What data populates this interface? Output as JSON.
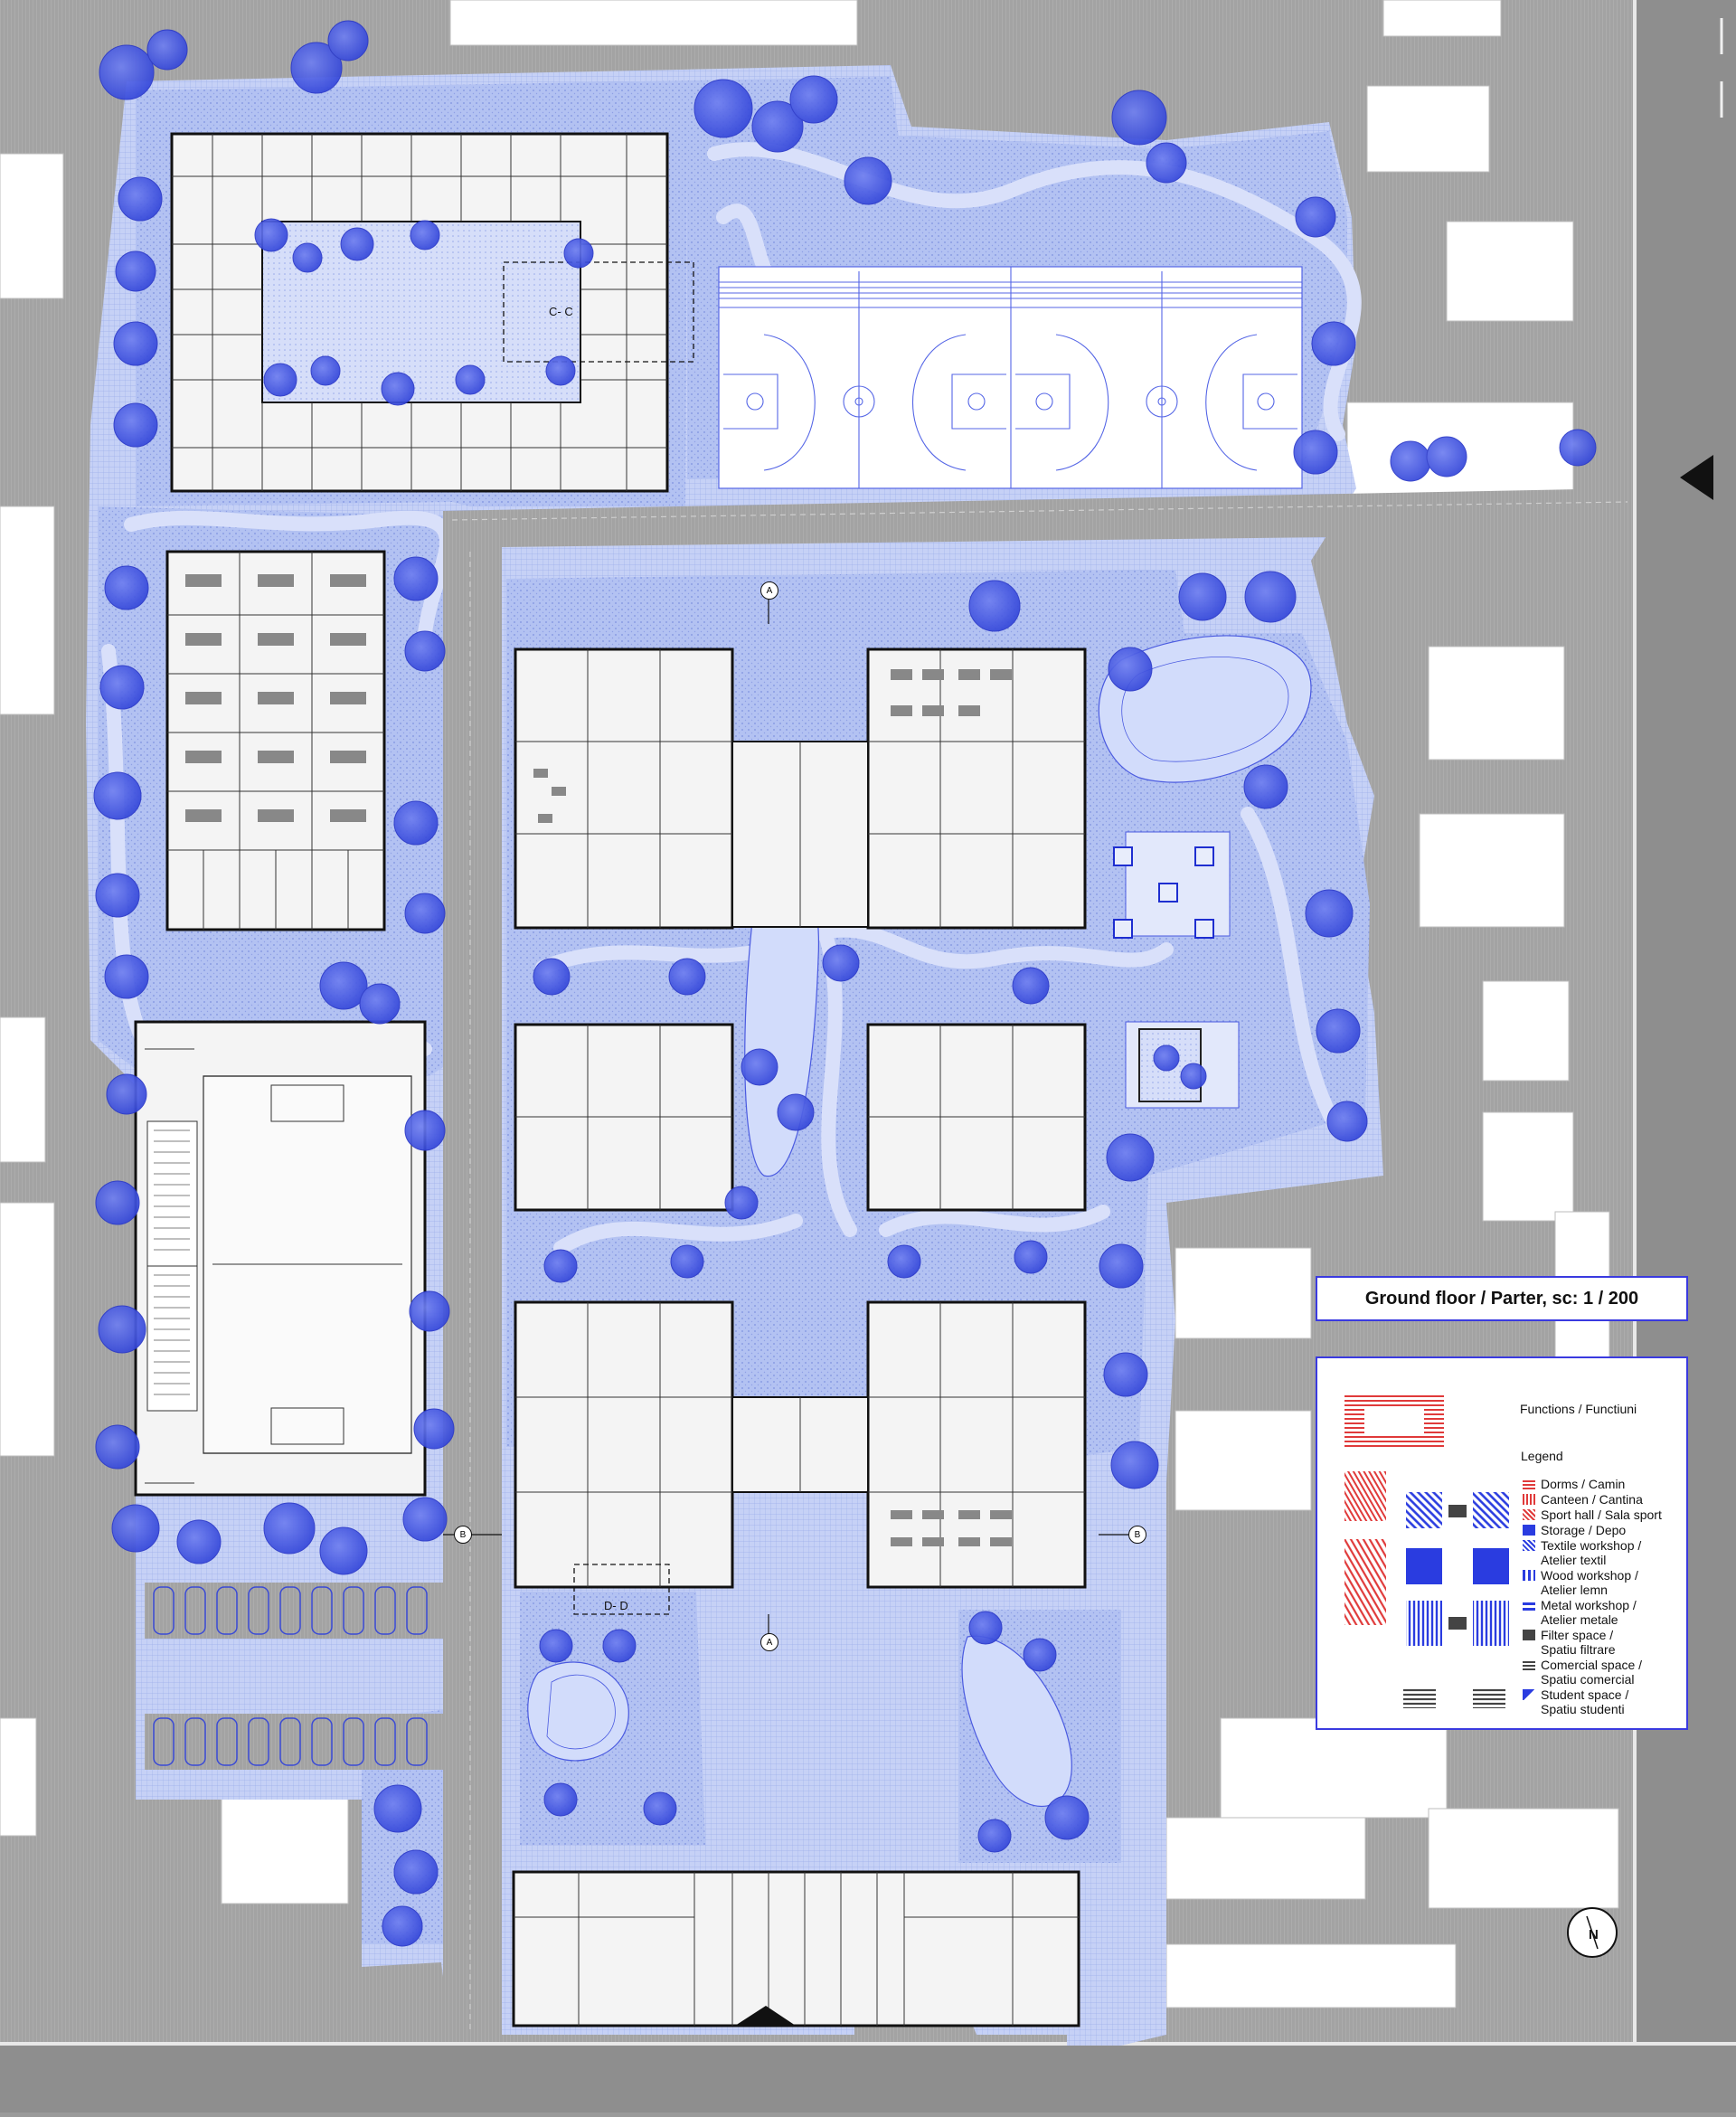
{
  "title": "Ground floor / Parter, sc: 1 / 200",
  "legend": {
    "functions_label": "Functions / Functiuni",
    "legend_label": "Legend",
    "items": [
      {
        "label": "Dorms /  Camin",
        "color": "#e03a3a",
        "pattern": "hatch-horizontal"
      },
      {
        "label": "Canteen / Cantina",
        "color": "#e03a3a",
        "pattern": "hatch-vertical"
      },
      {
        "label": "Sport hall / Sala sport",
        "color": "#e03a3a",
        "pattern": "hatch-diagonal"
      },
      {
        "label": "Storage / Depo",
        "color": "#2a3ce0",
        "pattern": "solid"
      },
      {
        "label": "Textile workshop / Atelier textil",
        "color": "#2a3ce0",
        "pattern": "hatch-diagonal"
      },
      {
        "label": "Wood workshop / Atelier lemn",
        "color": "#2a3ce0",
        "pattern": "hatch-vertical"
      },
      {
        "label": "Metal workshop / Atelier metale",
        "color": "#2a3ce0",
        "pattern": "hatch-horizontal"
      },
      {
        "label": "Filter space / Spatiu filtrare",
        "color": "#444444",
        "pattern": "solid"
      },
      {
        "label": "Comercial space / Spatiu comercial",
        "color": "#444444",
        "pattern": "hatch-horizontal"
      },
      {
        "label": "Student space / Spatiu studenti",
        "color": "#2a3ce0",
        "pattern": "half"
      }
    ]
  },
  "section_markers": {
    "a_top": "A",
    "a_bottom": "A",
    "b_left": "B",
    "b_right": "B",
    "cc": "C- C",
    "dd": "D- D"
  },
  "compass": "N",
  "colors": {
    "site_blue": "#b9c6f3",
    "tree_blue": "#3d4fe0",
    "building_fill": "#f3f3f3",
    "gray_block": "#ffffff",
    "road": "#9c9c9c"
  }
}
